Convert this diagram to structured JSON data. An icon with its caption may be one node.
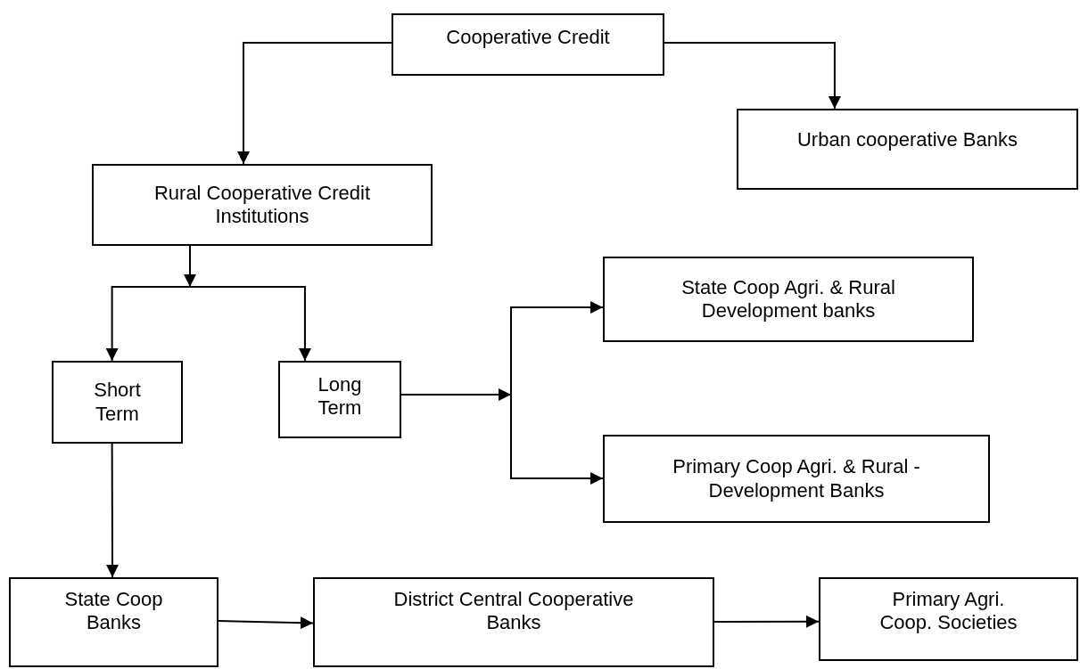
{
  "diagram": {
    "nodes": [
      {
        "text": [
          "Cooperative Credit"
        ]
      },
      {
        "text": [
          "Urban cooperative Banks"
        ]
      },
      {
        "text": [
          "Rural Cooperative Credit Institutions"
        ]
      },
      {
        "text": [
          "Short Term"
        ]
      },
      {
        "text": [
          "Long Term"
        ]
      },
      {
        "text": [
          "State Coop Agri. & Rural Development banks"
        ]
      },
      {
        "text": [
          "Primary Coop Agri. & Rural - Development Banks"
        ]
      },
      {
        "text": [
          "State Coop Banks"
        ]
      },
      {
        "text": [
          "District Central Cooperative Banks"
        ]
      },
      {
        "text": [
          "Primary Agri. Coop. Societies"
        ]
      }
    ],
    "edges": [
      {
        "from": 0,
        "to": 2,
        "arrow": "to"
      },
      {
        "from": 0,
        "to": 1,
        "arrow": "to"
      },
      {
        "from": 2,
        "to": 3,
        "arrow": "to"
      },
      {
        "from": 2,
        "to": 4,
        "arrow": "to"
      },
      {
        "from": 4,
        "to": 5,
        "arrow": "to"
      },
      {
        "from": 4,
        "to": 6,
        "arrow": "to"
      },
      {
        "from": 3,
        "to": 7,
        "arrow": "to"
      },
      {
        "from": 7,
        "to": 8,
        "arrow": "to"
      },
      {
        "from": 8,
        "to": 9,
        "arrow": "to"
      }
    ]
  }
}
